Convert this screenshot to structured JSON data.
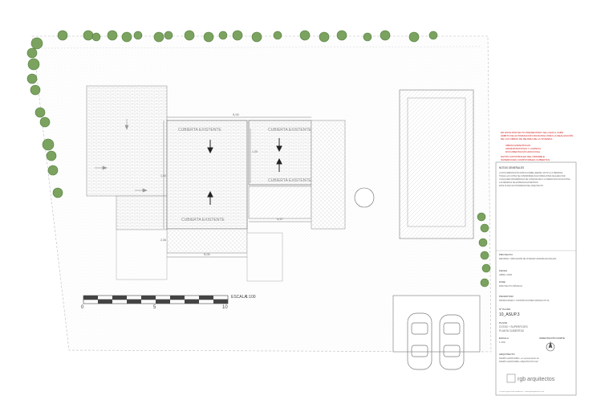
{
  "colors": {
    "line": "#9a9a9a",
    "hatch": "#c8c8c8",
    "tree": "#6f9a55",
    "tree_dark": "#4d7a3a",
    "red_note": "#d21a1a",
    "text": "#555555"
  },
  "drawing": {
    "dim_top": "9,00",
    "dim_bottom_left": "5,00",
    "dim_bottom_mid": "4,47",
    "dim_v1": "1,50",
    "dim_v2": "1,00",
    "dim_v3": "2,36",
    "roof_labels": [
      "CUBIERTA EXISTENTE",
      "CUBIERTA EXISTENTE",
      "CUBIERTA EXISTENTE",
      "CUBIERTA EXISTENTE"
    ]
  },
  "scale_bar": {
    "title": "ESCALA",
    "ratio": "1:100",
    "ticks": [
      "0",
      "5",
      "10"
    ]
  },
  "red_notes": [
    "EN ESTE PROYECTO PRESENTADO SE LLEVA A CABO",
    "ÁMBITO DE AUTORIZACIÓN MUNICIPAL PARA LA REALIZACIÓN",
    "DE LAS OBRAS DE MEJORA DE LA VIVIENDA",
    "OBRAS ESPECÍFICAS",
    "ADMINISTRATIVAS Y LICENCIA",
    "DOCUMENTACIÓN ADICIONAL",
    "DATOS CATASTRALES DEL INMUEBLE",
    "SUPERFICIES COMPUTABLES CUBIERTAS"
  ],
  "title_block": {
    "notes_header": "NOTAS GENERALES",
    "notes": [
      "LA DOCUMENTACIÓN GRÁFICA DEBE LEERSE JUNTO A LA MEMORIA.",
      "TODAS LAS COTAS SE COMPROBARÁN EN OBRA ANTES DE EJECUTAR.",
      "CUALQUIER DISCREPANCIA SE COMUNICARÁ A LA DIRECCIÓN FACULTATIVA.",
      "LAS MEDIDAS SE EXPRESAN EN METROS.",
      "ESTE PLANO ES PROPIEDAD DEL ARQUITECTO."
    ],
    "project_label": "PROYECTO",
    "project_value": "REFORMA Y AMPLIACIÓN DE VIVIENDA UNIFAMILIAR AISLADA",
    "date_label": "FECHA",
    "date_value": "ABRIL 2020",
    "phase_label": "FASE",
    "phase_value": "PROYECTO BÁSICO",
    "promoter_label": "PROMOTOR",
    "promoter_value": "PROMOCIONES Y CONSTRUCCIONES MORANA XXI SL",
    "number_label": "Nº PLANO",
    "number_value": "10_ASUP.3",
    "plan_label": "PLANO",
    "plan_value_1": "COTAS + SUPERFICIES",
    "plan_value_2": "PLANTA CUBIERTAS",
    "scale_label": "ESCALA",
    "scale_value": "1:100",
    "orientation_label": "ORIENTACIÓN NORTE",
    "architect_label": "ARQUITECTO",
    "architect_value": "RAMÓN GARCÍA BRILL, en representación de",
    "architect_value2": "RAMÓN GARCÍA BRILL ARQUITECTOS SLP",
    "logo_text": "rgb arquitectos",
    "footer": "c/ ramon garcia brill arquitectos · www.rgbarquitectos.com"
  }
}
